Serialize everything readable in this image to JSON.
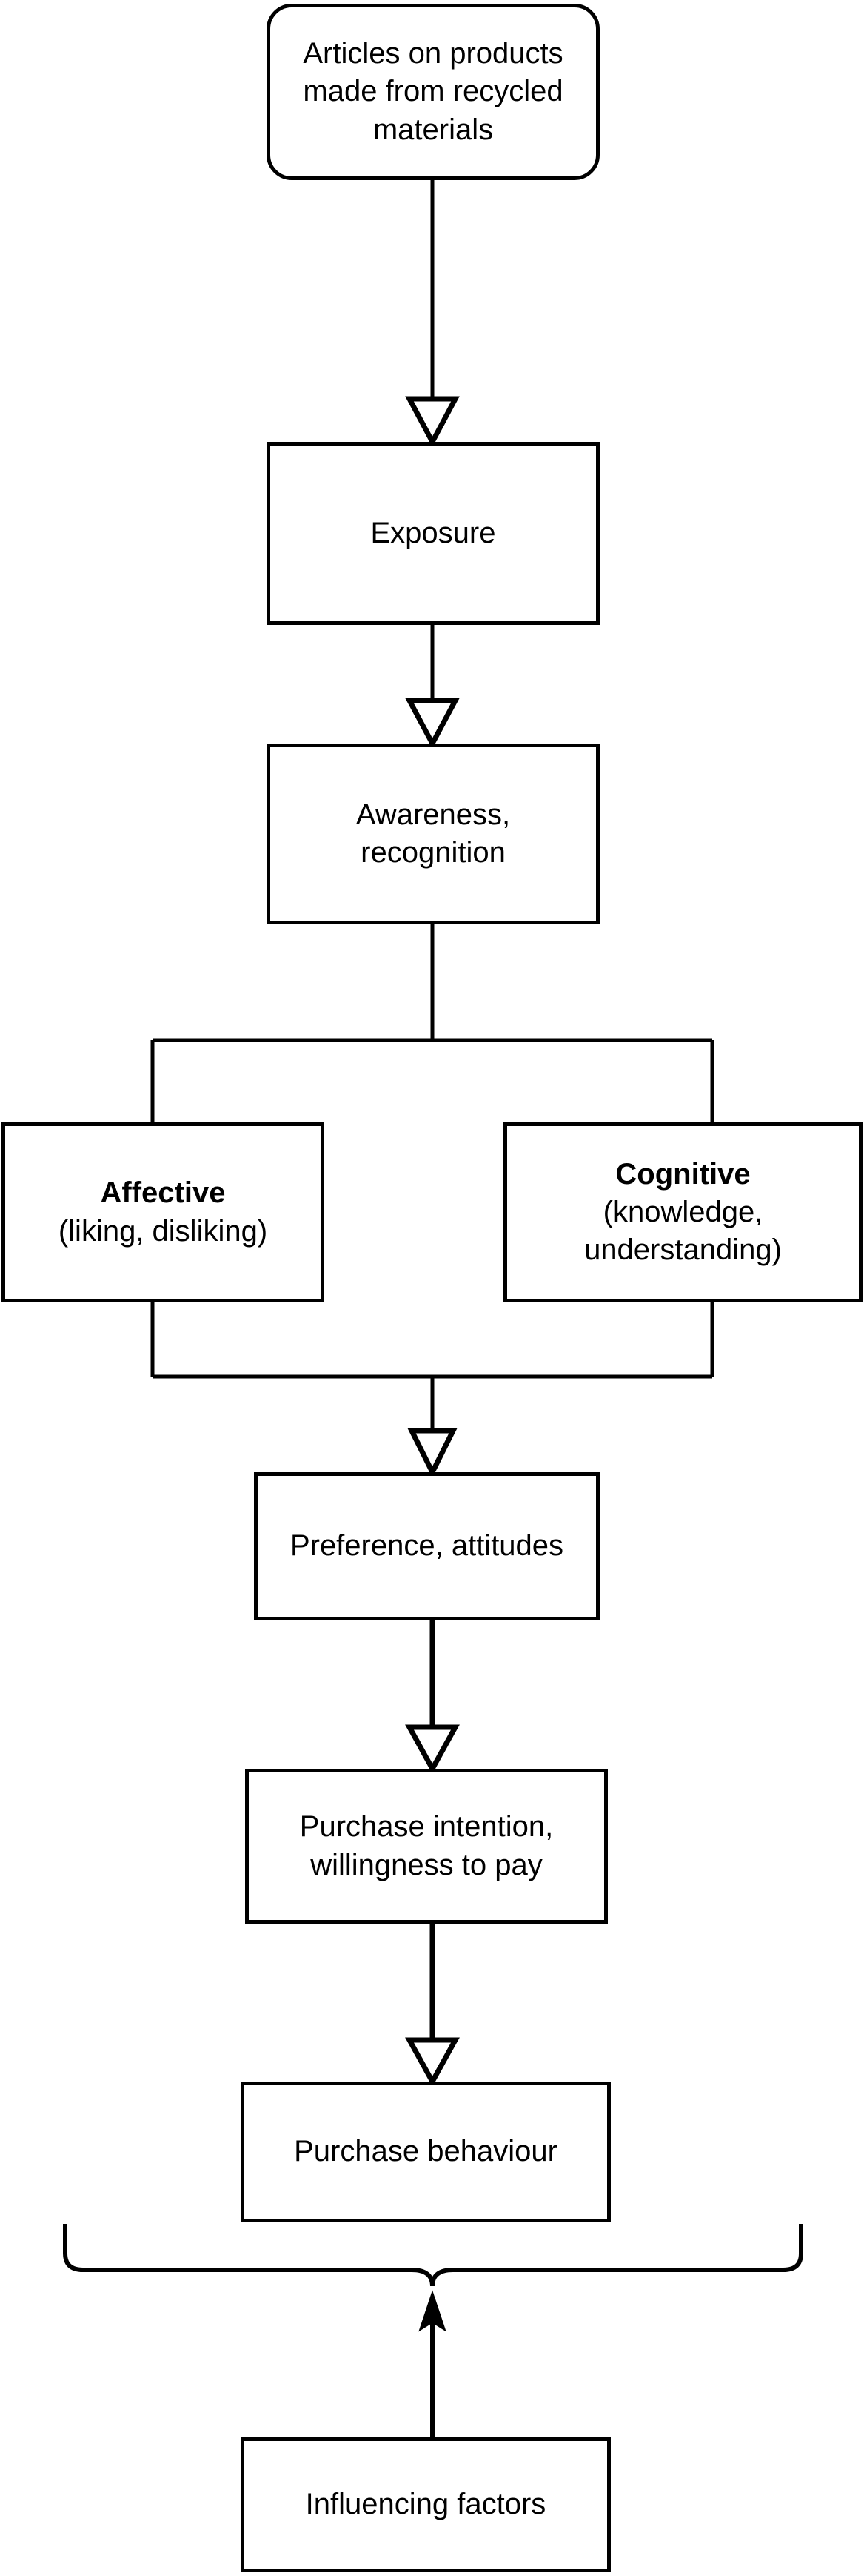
{
  "diagram": {
    "type": "flowchart",
    "orientation": "top-to-bottom",
    "background_color": "#ffffff",
    "line_color": "#000000",
    "text_color": "#000000",
    "nodes": [
      {
        "id": "articles",
        "label": "Articles on products\nmade from recycled\nmaterials",
        "shape": "rounded-rectangle"
      },
      {
        "id": "exposure",
        "label": "Exposure",
        "shape": "rectangle"
      },
      {
        "id": "awareness",
        "label": "Awareness,\nrecognition",
        "shape": "rectangle"
      },
      {
        "id": "affective",
        "title": "Affective",
        "subtitle": "(liking, disliking)",
        "shape": "rectangle"
      },
      {
        "id": "cognitive",
        "title": "Cognitive",
        "subtitle": "(knowledge,\nunderstanding)",
        "shape": "rectangle"
      },
      {
        "id": "preference",
        "label": "Preference, attitudes",
        "shape": "rectangle"
      },
      {
        "id": "intention",
        "label": "Purchase intention,\nwillingness to pay",
        "shape": "rectangle"
      },
      {
        "id": "behaviour",
        "label": "Purchase behaviour",
        "shape": "rectangle"
      },
      {
        "id": "influencing",
        "label": "Influencing factors",
        "shape": "rectangle"
      }
    ],
    "edges": [
      {
        "from": "articles",
        "to": "exposure",
        "arrowhead": "open-triangle-down"
      },
      {
        "from": "exposure",
        "to": "awareness",
        "arrowhead": "open-triangle-down"
      },
      {
        "from": "awareness",
        "to": "affective",
        "arrowhead": "none",
        "style": "orthogonal-split"
      },
      {
        "from": "awareness",
        "to": "cognitive",
        "arrowhead": "none",
        "style": "orthogonal-split"
      },
      {
        "from": "affective",
        "to": "preference",
        "arrowhead": "open-triangle-down",
        "style": "orthogonal-merge"
      },
      {
        "from": "cognitive",
        "to": "preference",
        "arrowhead": "open-triangle-down",
        "style": "orthogonal-merge"
      },
      {
        "from": "preference",
        "to": "intention",
        "arrowhead": "open-triangle-down"
      },
      {
        "from": "intention",
        "to": "behaviour",
        "arrowhead": "open-triangle-down"
      },
      {
        "from": "influencing",
        "to": "brace",
        "arrowhead": "filled-arrow-up"
      }
    ],
    "brace": {
      "orientation": "horizontal-opening-up",
      "spans": "whole-flow-chain",
      "note": "Curly brace grouping the flow, fed by Influencing factors"
    }
  }
}
